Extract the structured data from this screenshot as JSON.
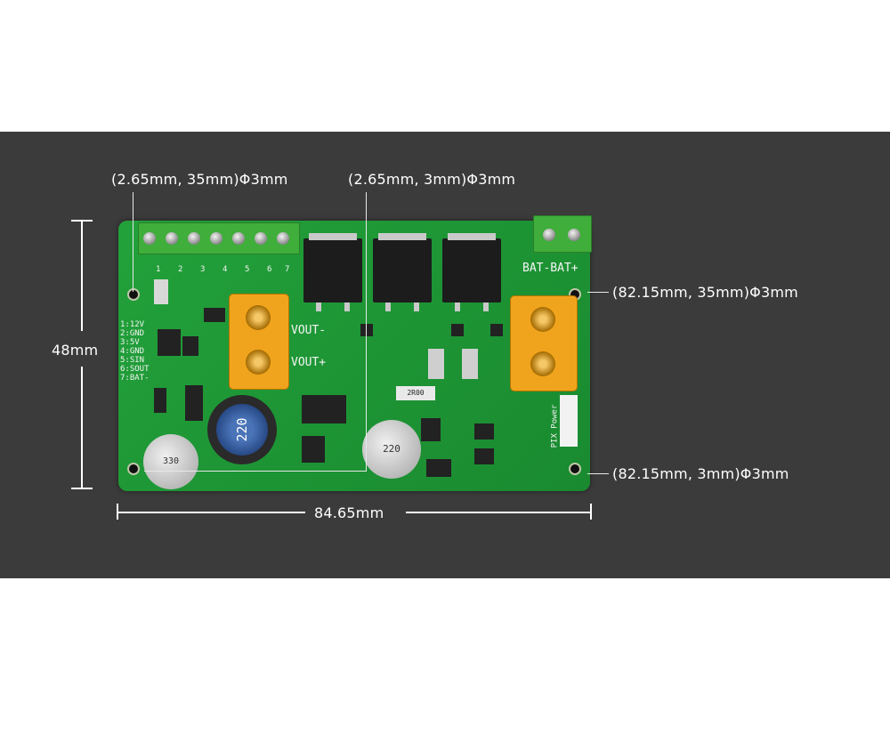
{
  "dimensions": {
    "hole_top_left": "(2.65mm, 35mm)Φ3mm",
    "hole_top_mid": "(2.65mm, 3mm)Φ3mm",
    "hole_right_top": "(82.15mm, 35mm)Φ3mm",
    "hole_right_bottom": "(82.15mm, 3mm)Φ3mm",
    "height": "48mm",
    "width": "84.65mm"
  },
  "board": {
    "terminal_numbers": [
      "1",
      "2",
      "3",
      "4",
      "5",
      "6",
      "7"
    ],
    "pin_labels": [
      "1:12V",
      "2:GND",
      "3:5V",
      "4:GND",
      "5:SIN",
      "6:SOUT",
      "7:BAT-"
    ],
    "vout_minus": "VOUT-",
    "vout_plus": "VOUT+",
    "bat_label": "BAT-BAT+",
    "pix_power": "PIX Power",
    "cap_220_a": "220",
    "cap_220_b": "220",
    "cap_330": "330",
    "res_label": "2R00"
  },
  "colors": {
    "background": "#ffffff",
    "band": "#3b3b3b",
    "pcb": "#1d9434",
    "connector": "#f0a41d",
    "terminal": "#3fae3b"
  }
}
